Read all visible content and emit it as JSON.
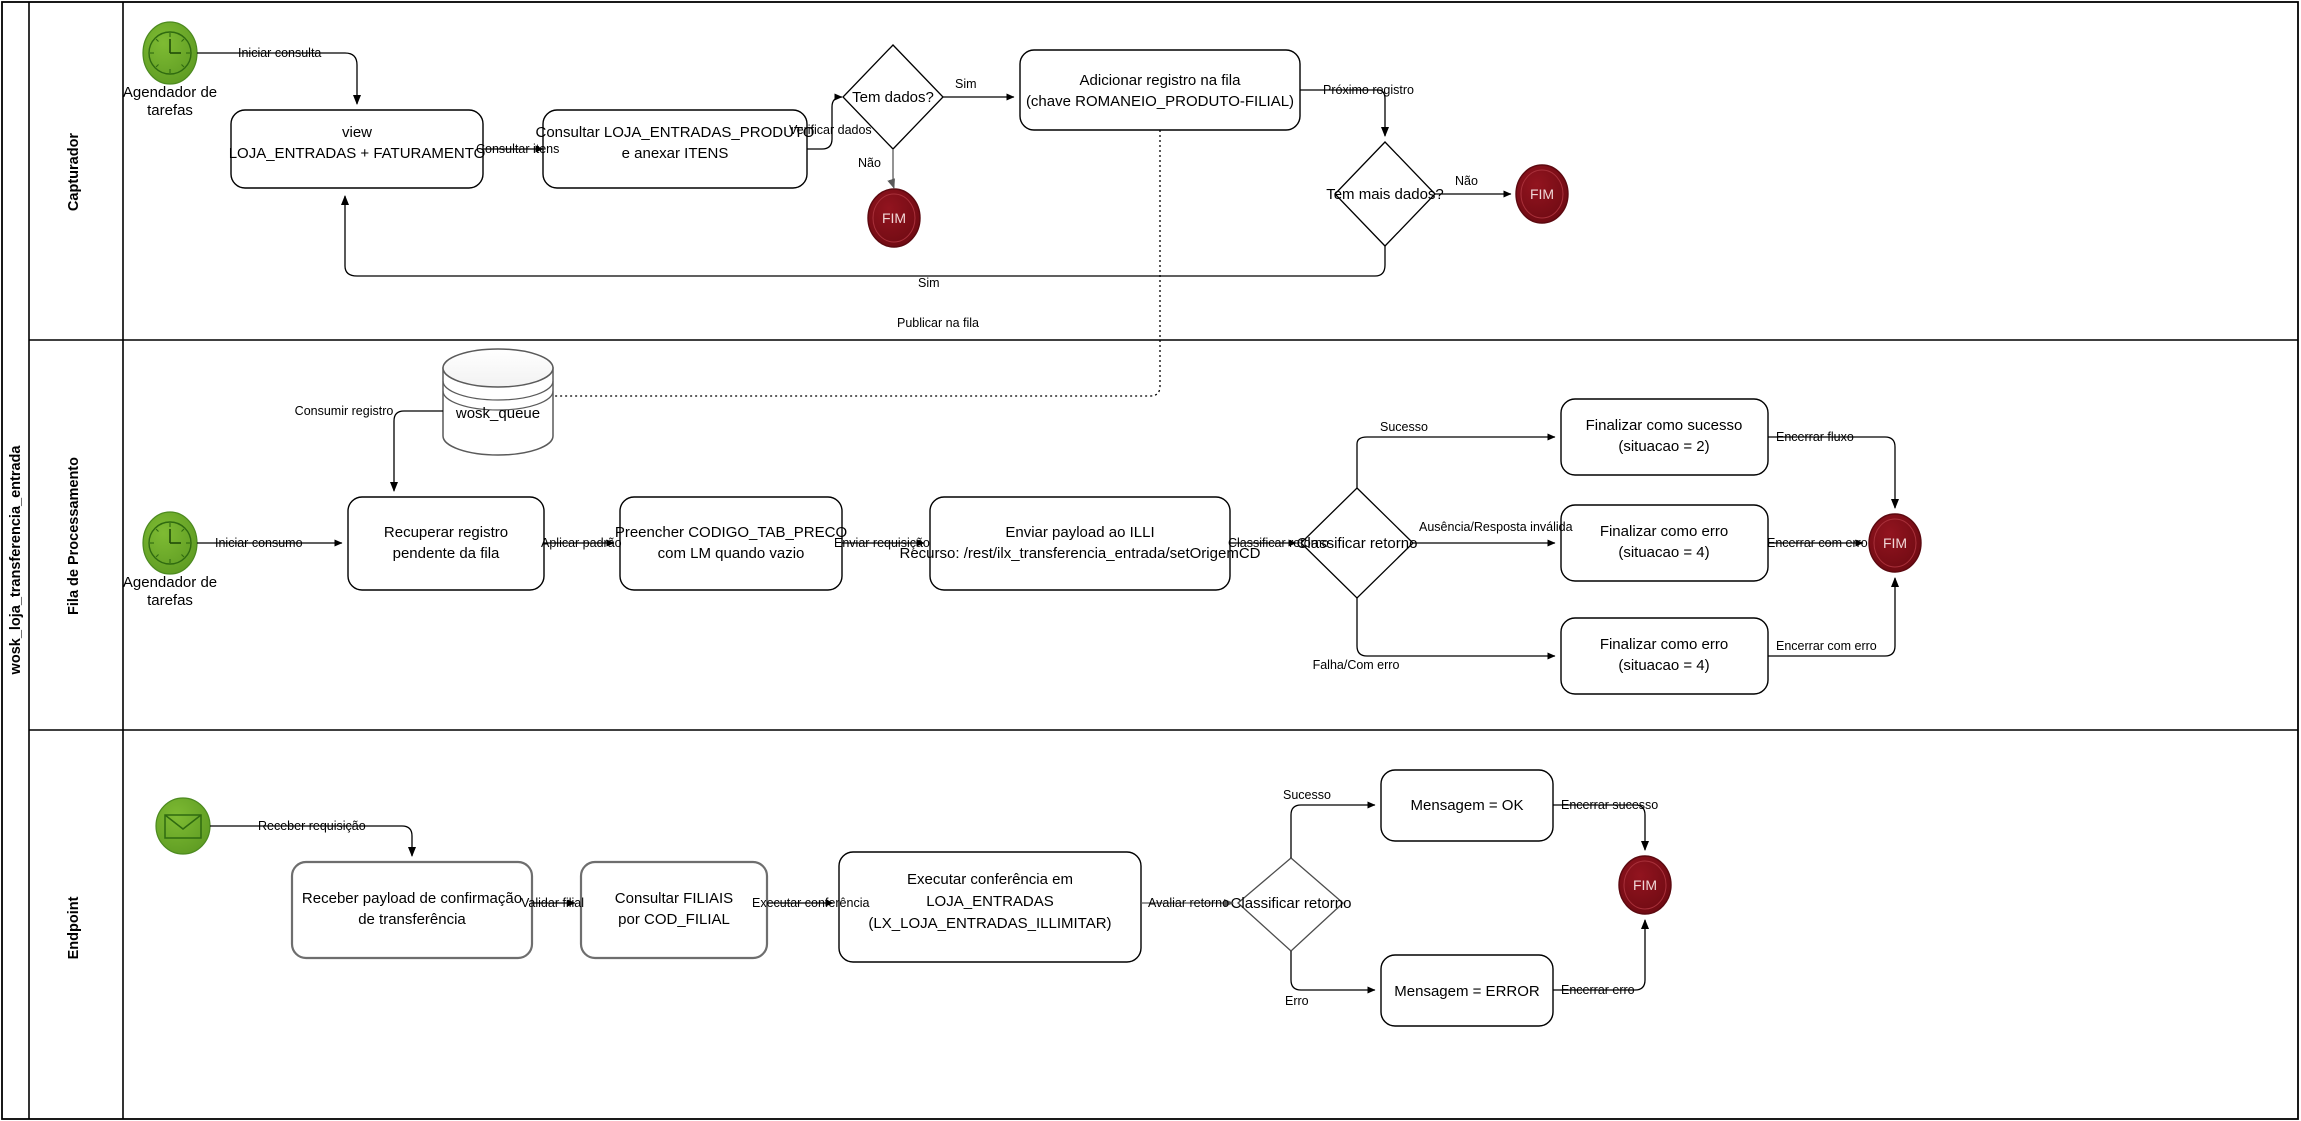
{
  "pool": {
    "label": "wosk_loja_transferencia_entrada"
  },
  "lanes": [
    {
      "id": "capturador",
      "label": "Capturador"
    },
    {
      "id": "fila",
      "label": "Fila de Processamento"
    },
    {
      "id": "endpoint",
      "label": "Endpoint"
    }
  ],
  "colors": {
    "start_green": "#6aa62b",
    "start_green_dark": "#4c8a1f",
    "end_dark_red": "#7f0b16",
    "end_red_inner": "#8d111d",
    "stroke": "#000000",
    "shadow_stroke": "#6e6e6e",
    "background": "#ffffff"
  },
  "lane1": {
    "start": {
      "label": "Agendador de\ntarefas",
      "line1": "Agendador de",
      "line2": "tarefas",
      "icon": "clock-icon"
    },
    "tasks": [
      {
        "id": "view-task",
        "line1": "view",
        "line2": "LOJA_ENTRADAS + FATURAMENTO"
      },
      {
        "id": "consultar-produto-task",
        "line1": "Consultar LOJA_ENTRADAS_PRODUTO",
        "line2": "e anexar ITENS"
      },
      {
        "id": "adicionar-fila-task",
        "line1": "Adicionar registro na fila",
        "line2": "(chave ROMANEIO_PRODUTO-FILIAL)"
      }
    ],
    "gateways": [
      {
        "id": "tem-dados-gw",
        "label": "Tem dados?"
      },
      {
        "id": "tem-mais-dados-gw",
        "label": "Tem mais dados?"
      }
    ],
    "ends": [
      {
        "id": "fim-sem-dados",
        "label": "FIM"
      },
      {
        "id": "fim-sem-mais-dados",
        "label": "FIM"
      }
    ],
    "edges": [
      {
        "id": "e1",
        "label": "Iniciar consulta"
      },
      {
        "id": "e2",
        "label": "Consultar itens"
      },
      {
        "id": "e3",
        "label": "Verificar dados"
      },
      {
        "id": "e4",
        "label": "Sim"
      },
      {
        "id": "e5",
        "label": "Não"
      },
      {
        "id": "e6",
        "label": "Próximo registro"
      },
      {
        "id": "e7",
        "label": "Não"
      },
      {
        "id": "e8",
        "label": "Sim"
      },
      {
        "id": "e9",
        "label": "Publicar na fila"
      }
    ]
  },
  "lane2": {
    "queue": {
      "id": "wosk-queue-db",
      "label": "wosk_queue"
    },
    "start": {
      "line1": "Agendador de",
      "line2": "tarefas",
      "icon": "clock-icon"
    },
    "tasks": [
      {
        "id": "recuperar-registro-task",
        "line1": "Recuperar registro",
        "line2": "pendente da fila"
      },
      {
        "id": "preencher-codigo-task",
        "line1": "Preencher CODIGO_TAB_PRECO",
        "line2": "com LM quando vazio"
      },
      {
        "id": "enviar-payload-task",
        "line1": "Enviar payload ao ILLI",
        "line2": "Recurso: /rest/ilx_transferencia_entrada/setOrigemCD"
      },
      {
        "id": "finalizar-sucesso-task",
        "line1": "Finalizar como sucesso",
        "line2": "(situacao = 2)"
      },
      {
        "id": "finalizar-erro-task-1",
        "line1": "Finalizar como erro",
        "line2": "(situacao = 4)"
      },
      {
        "id": "finalizar-erro-task-2",
        "line1": "Finalizar como erro",
        "line2": "(situacao = 4)"
      }
    ],
    "gateways": [
      {
        "id": "classificar-retorno-gw",
        "label": "Classificar retorno"
      }
    ],
    "ends": [
      {
        "id": "fim-fila",
        "label": "FIM"
      }
    ],
    "edges": [
      {
        "id": "f1",
        "label": "Consumir registro"
      },
      {
        "id": "f2",
        "label": "Iniciar consumo"
      },
      {
        "id": "f3",
        "label": "Aplicar padrão"
      },
      {
        "id": "f4",
        "label": "Enviar requisição"
      },
      {
        "id": "f5",
        "label": "Classificar retorno"
      },
      {
        "id": "f6",
        "label": "Sucesso"
      },
      {
        "id": "f7",
        "label": "Ausência/Resposta inválida"
      },
      {
        "id": "f8",
        "label": "Falha/Com erro"
      },
      {
        "id": "f9",
        "label": "Encerrar fluxo"
      },
      {
        "id": "f10",
        "label": "Encerrar com erro"
      },
      {
        "id": "f11",
        "label": "Encerrar com erro"
      }
    ]
  },
  "lane3": {
    "start": {
      "id": "message-start-event",
      "icon": "envelope-icon"
    },
    "tasks": [
      {
        "id": "receber-payload-task",
        "line1": "Receber payload de confirmação",
        "line2": "de transferência"
      },
      {
        "id": "consultar-filiais-task",
        "line1": "Consultar FILIAIS",
        "line2": "por COD_FILIAL"
      },
      {
        "id": "executar-conferencia-task",
        "line1": "Executar conferência em",
        "line2": "LOJA_ENTRADAS",
        "line3": "(LX_LOJA_ENTRADAS_ILLIMITAR)"
      },
      {
        "id": "mensagem-ok-task",
        "line1": "Mensagem = OK"
      },
      {
        "id": "mensagem-error-task",
        "line1": "Mensagem = ERROR"
      }
    ],
    "gateways": [
      {
        "id": "classificar-retorno-endpoint-gw",
        "label": "Classificar retorno"
      }
    ],
    "ends": [
      {
        "id": "fim-endpoint",
        "label": "FIM"
      }
    ],
    "edges": [
      {
        "id": "g1",
        "label": "Receber requisição"
      },
      {
        "id": "g2",
        "label": "Validar filial"
      },
      {
        "id": "g3",
        "label": "Executar conferência"
      },
      {
        "id": "g4",
        "label": "Avaliar retorno"
      },
      {
        "id": "g5",
        "label": "Sucesso"
      },
      {
        "id": "g6",
        "label": "Erro"
      },
      {
        "id": "g7",
        "label": "Encerrar sucesso"
      },
      {
        "id": "g8",
        "label": "Encerrar erro"
      }
    ]
  }
}
